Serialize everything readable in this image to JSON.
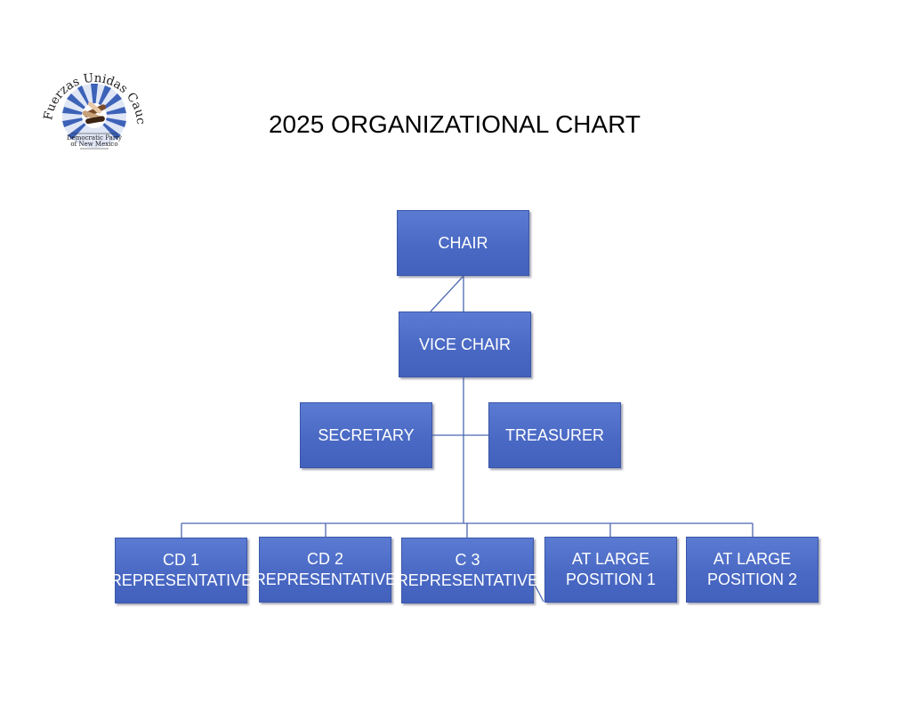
{
  "title": "2025 ORGANIZATIONAL CHART",
  "logo": {
    "name": "fuerzas-unidas-caucus-logo",
    "arc_text": "Fuerzas Unidas Caucus",
    "sub_line_1": "Democratic Party",
    "sub_line_2": "of New Mexico",
    "colors": {
      "ray": "#3d63b8",
      "ray_light": "#b9c8ea",
      "text": "#1e1e1e"
    }
  },
  "chart": {
    "box_color": "#4a69c4",
    "line_color": "#4c67b0",
    "nodes": {
      "chair": {
        "label": "CHAIR"
      },
      "vice_chair": {
        "label": "VICE CHAIR"
      },
      "secretary": {
        "label": "SECRETARY"
      },
      "treasurer": {
        "label": "TREASURER"
      },
      "cd1": {
        "line1": "CD 1",
        "line2": "REPRESENTATIVE"
      },
      "cd2": {
        "line1": "CD 2",
        "line2": "REPRESENTATIVE"
      },
      "c3": {
        "line1": "C 3",
        "line2": "REPRESENTATIVE"
      },
      "at_large_1": {
        "line1": "AT LARGE",
        "line2": "POSITION 1"
      },
      "at_large_2": {
        "line1": "AT LARGE",
        "line2": "POSITION 2"
      }
    }
  }
}
